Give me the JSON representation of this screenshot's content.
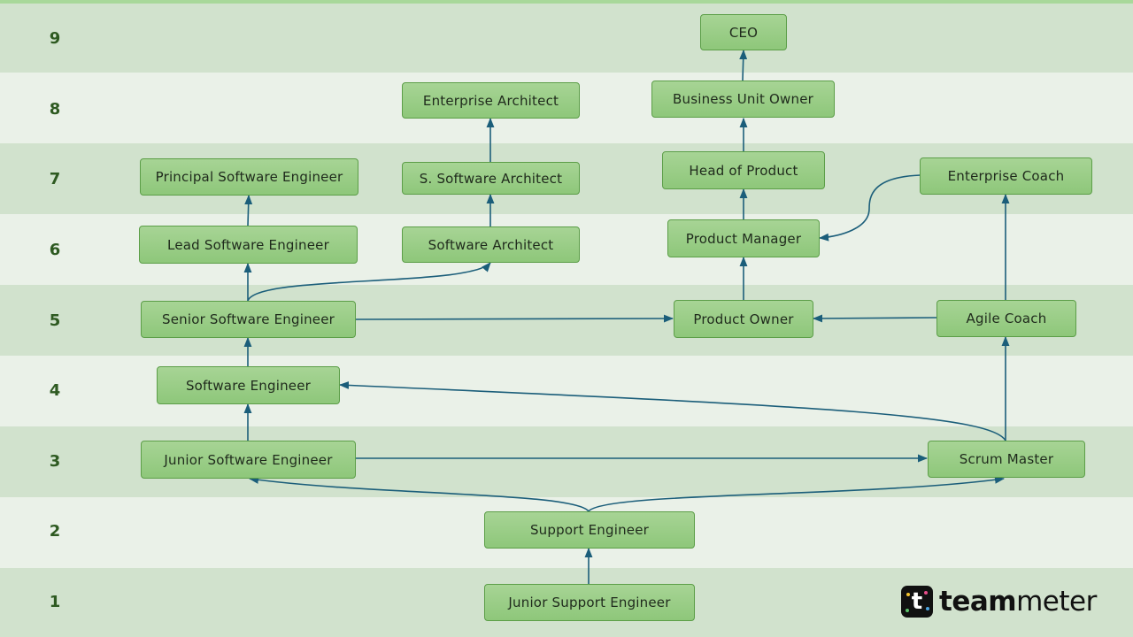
{
  "levels": [
    "9",
    "8",
    "7",
    "6",
    "5",
    "4",
    "3",
    "2",
    "1"
  ],
  "roles": {
    "ceo": "CEO",
    "business_unit_owner": "Business Unit Owner",
    "enterprise_architect": "Enterprise Architect",
    "principal_software_engineer": "Principal Software Engineer",
    "s_software_architect": "S. Software Architect",
    "head_of_product": "Head of Product",
    "enterprise_coach": "Enterprise Coach",
    "lead_software_engineer": "Lead Software Engineer",
    "software_architect": "Software Architect",
    "product_manager": "Product Manager",
    "senior_software_engineer": "Senior Software Engineer",
    "product_owner": "Product Owner",
    "agile_coach": "Agile Coach",
    "software_engineer": "Software Engineer",
    "junior_software_engineer": "Junior Software Engineer",
    "scrum_master": "Scrum Master",
    "support_engineer": "Support Engineer",
    "junior_support_engineer": "Junior Support Engineer"
  },
  "logo": {
    "text_bold": "team",
    "text_light": "meter",
    "mark": "t"
  },
  "colors": {
    "arrow": "#1b5e7a",
    "node_fill": "#9acd86",
    "node_border": "#5c9e48",
    "level_text": "#2e5a21"
  }
}
